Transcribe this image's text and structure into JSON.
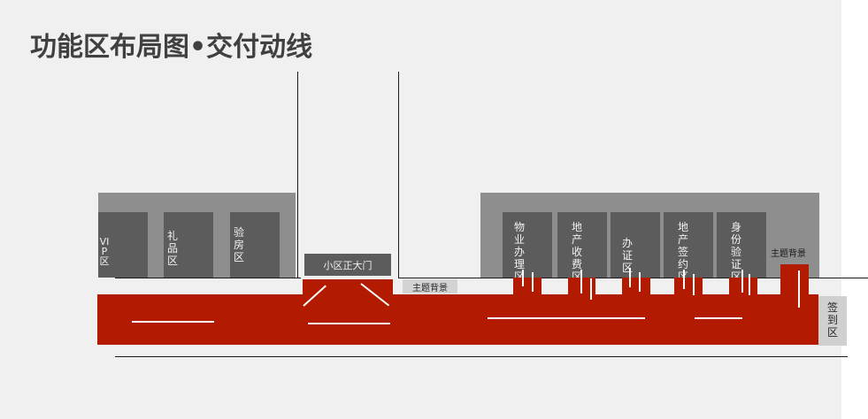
{
  "title": "功能区布局图•交付动线",
  "colors": {
    "background": "#f0f0f0",
    "block": "#8e8e8e",
    "booth": "#5c5c5c",
    "route": "#b31b00",
    "title": "#404040",
    "tag": "#d3d3d3"
  },
  "left_block": {
    "booths": [
      {
        "label": "VIP区"
      },
      {
        "label": "礼品区"
      },
      {
        "label": "验房区"
      }
    ]
  },
  "gate": {
    "label": "小区正大门"
  },
  "theme_tag_center": {
    "label": "主题背景"
  },
  "right_block": {
    "booths": [
      {
        "label": "物业办理区"
      },
      {
        "label": "地产收费区"
      },
      {
        "label": "办证区"
      },
      {
        "label": "地产签约区"
      },
      {
        "label": "身份验证区"
      }
    ],
    "theme_label": "主题背景"
  },
  "checkin": {
    "label": "签到区"
  }
}
